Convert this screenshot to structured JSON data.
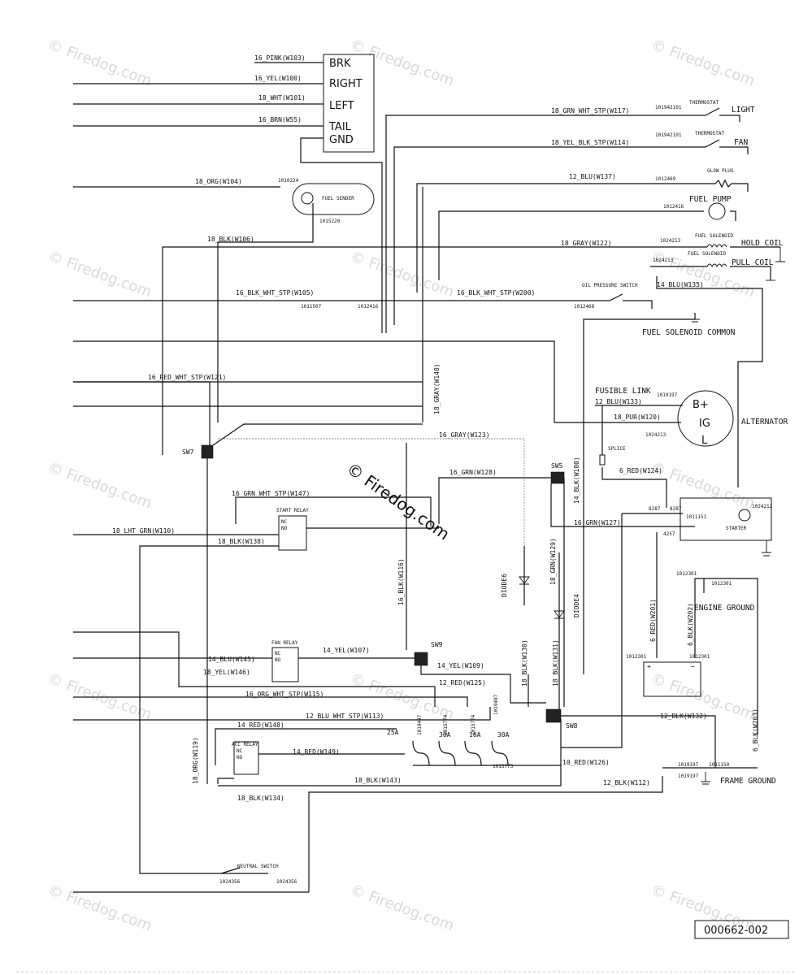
{
  "watermark": "© Firedog.com",
  "stamp": "© Firedog.com",
  "drawing_number": "000662-002",
  "connector": {
    "pins": [
      "BRK",
      "RIGHT",
      "LEFT",
      "TAIL",
      "GND"
    ]
  },
  "wires": {
    "w103": "16_PINK(W103)",
    "w100": "16_YEL(W100)",
    "w101": "18_WHT(W101)",
    "w55": "16_BRN(W55)",
    "w117": "18_GRN_WHT_STP(W117)",
    "w114": "18_YEL_BLK_STP(W114)",
    "w137": "12_BLU(W137)",
    "w104": "18_ORG(W104)",
    "w106": "18_BLK(W106)",
    "w122": "18_GRAY(W122)",
    "w105": "16_BLK_WHT_STP(W105)",
    "w200": "16_BLK_WHT_STP(W200)",
    "w135": "14_BLU(W135)",
    "w140": "18_GRAY(W140)",
    "w121": "16_RED_WHT_STP(W121)",
    "w133": "12_BLU(W133)",
    "w120": "18_PUR(W120)",
    "w123": "16_GRAY(W123)",
    "w128": "16_GRN(W128)",
    "w100b": "14_BLK(W100)",
    "w147": "16_GRN_WHT_STP(W147)",
    "w127": "16_GRN(W127)",
    "w124": "6_RED(W124)",
    "w110": "18_LHT_GRN(W110)",
    "w138": "18_BLK(W138)",
    "w129": "18_GRN(W129)",
    "w116": "16_BLK(W116)",
    "w107": "14_YEL(W107)",
    "w145": "14_BLU(W145)",
    "w146": "18_YEL(W146)",
    "w109": "14_YEL(W109)",
    "w125": "12_RED(W125)",
    "w115": "16_ORG_WHT_STP(W115)",
    "w113": "12_BLU_WHT_STP(W113)",
    "w148": "14_RED(W148)",
    "w149": "14_RED(W149)",
    "w130": "18_BLK(W130)",
    "w131": "18_BLK(W131)",
    "w132": "12_BLK(W132)",
    "w126": "10_RED(W126)",
    "w112": "12_BLK(W112)",
    "w143": "18_BLK(W143)",
    "w134": "18_BLK(W134)",
    "w119": "18_ORG(W119)",
    "w201": "6_RED(W201)",
    "w202": "6_BLK(W202)",
    "w203": "6_BLK(W203)"
  },
  "components": {
    "thermostat_light": "THERMOSTAT",
    "light": "LIGHT",
    "thermostat_fan": "THERMOSTAT",
    "fan": "FAN",
    "glow_plug": "GLOW PLUG",
    "fuel_sender": "FUEL SENDER",
    "fuel_pump": "FUEL PUMP",
    "fuel_solenoid": "FUEL SOLENOID",
    "fuel_solenoid_2": "FUEL SOLENOID",
    "hold_coil": "HOLD COIL",
    "pull_coil": "PULL COIL",
    "oil_pressure_switch": "OIL PRESSURE SWITCH",
    "fuel_solenoid_common": "FUEL SOLENOID COMMON",
    "fusible_link": "FUSIBLE LINK",
    "alternator": "ALTERNATOR",
    "alt_b": "B+",
    "alt_ig": "IG",
    "alt_l": "L",
    "splice": "SPLICE",
    "start_relay": "START RELAY",
    "starter": "STARTER",
    "engine_ground": "ENGINE GROUND",
    "fan_relay": "FAN RELAY",
    "acc_relay": "ACC RELAY",
    "neutral_switch": "NEUTRAL SWITCH",
    "frame_ground": "FRAME GROUND",
    "diode6": "DIODE6",
    "diode4": "DIODE4",
    "nc": "NC",
    "no": "NO",
    "sw5": "SW5",
    "sw7": "SW7",
    "sw8": "SW8",
    "sw9": "SW9",
    "fuse_25a": "25A",
    "fuse_30a_1": "30A",
    "fuse_10a": "10A",
    "fuse_30a_2": "30A"
  },
  "part_numbers": {
    "light": "101942101",
    "fan": "101942101",
    "fuel_sender_a": "1010224",
    "fuel_sender_b": "1015220",
    "glow_plug": "1012469",
    "fuel_pump": "1012416",
    "hold_coil": "1024213",
    "pull_coil": "1024213",
    "w105_a": "1011507",
    "w105_b": "1012416",
    "oil_switch": "1012468",
    "fusible": "1019197",
    "alt": "1024213",
    "starter": "1024212",
    "starter_a": "8287",
    "starter_b": "8287",
    "starter_c": "1011151",
    "starter_d": "4257",
    "eng_gnd_a": "1012301",
    "eng_gnd_b": "1012301",
    "bat_a": "1012301",
    "bat_b": "1012301",
    "fuse_a": "1019497",
    "fuse_b": "1015774",
    "fuse_c": "1015774",
    "fuse_d": "1019497",
    "fuse_e": "1015775",
    "frame_a": "1019197",
    "frame_b": "1011150",
    "frame_c": "1019197",
    "neutral_a": "1024356",
    "neutral_b": "1024356"
  }
}
